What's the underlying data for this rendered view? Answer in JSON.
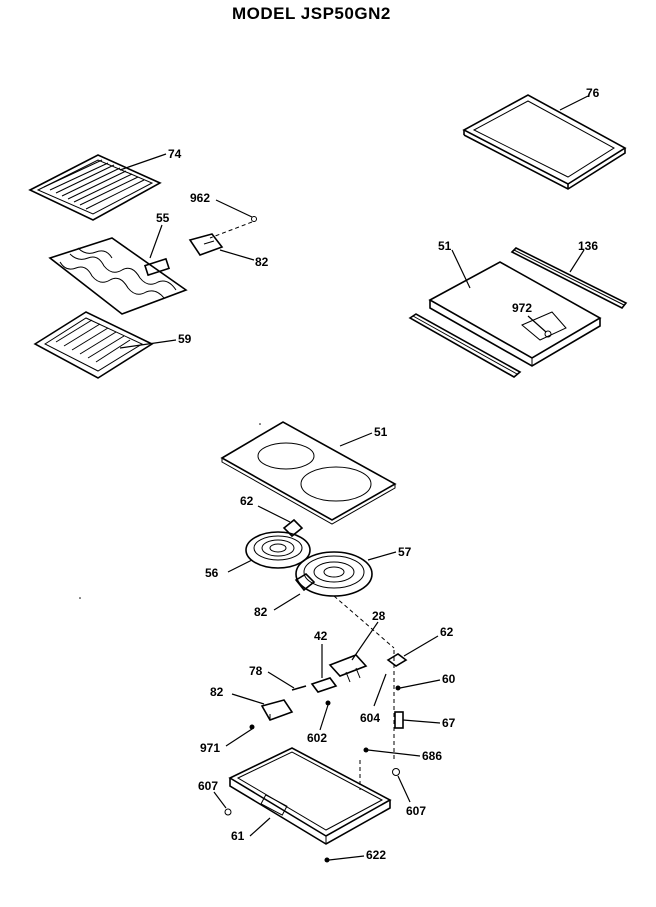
{
  "title": "MODEL JSP50GN2",
  "callouts": {
    "c74": "74",
    "c962": "962",
    "c55": "55",
    "c82a": "82",
    "c59": "59",
    "c76": "76",
    "c51a": "51",
    "c136": "136",
    "c972": "972",
    "c51b": "51",
    "c62a": "62",
    "c56": "56",
    "c57": "57",
    "c82b": "82",
    "c28": "28",
    "c42": "42",
    "c62b": "62",
    "c78": "78",
    "c60": "60",
    "c82c": "82",
    "c604": "604",
    "c67": "67",
    "c602": "602",
    "c971": "971",
    "c686": "686",
    "c607a": "607",
    "c607b": "607",
    "c61": "61",
    "c622": "622"
  }
}
